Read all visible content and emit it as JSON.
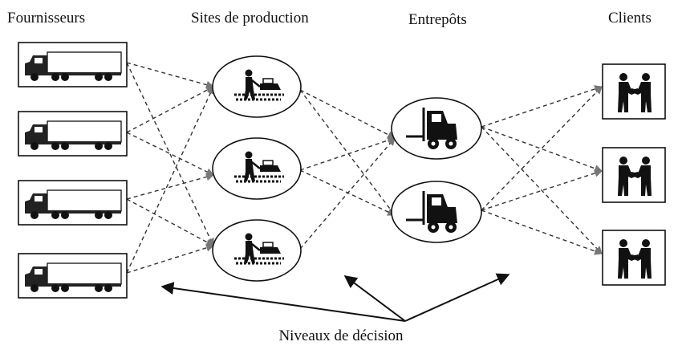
{
  "columns": {
    "suppliers": "Fournisseurs",
    "production": "Sites de production",
    "warehouses": "Entrepôts",
    "clients": "Clients"
  },
  "footer_label": "Niveaux de décision",
  "counts": {
    "suppliers": 4,
    "production": 3,
    "warehouses": 2,
    "clients": 3
  },
  "icons": {
    "supplier": "truck-icon",
    "production": "factory-worker-icon",
    "warehouse": "forklift-icon",
    "client": "handshake-icon"
  },
  "colors": {
    "stroke": "#111111",
    "arrow_head": "#777777"
  }
}
